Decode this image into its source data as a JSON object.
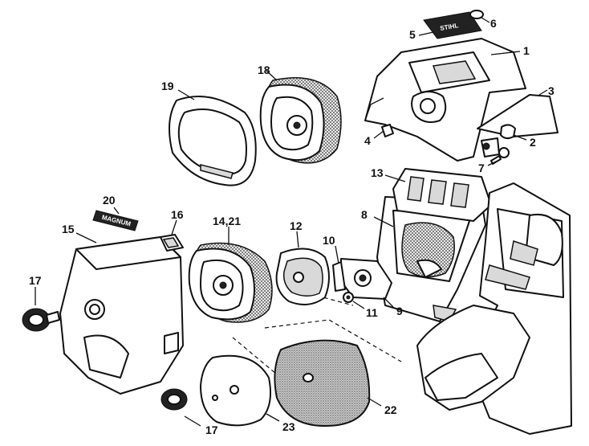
{
  "labels": {
    "l1": "1",
    "l2": "2",
    "l3": "3",
    "l4": "4",
    "l5": "5",
    "l6": "6",
    "l7": "7",
    "l8": "8",
    "l9": "9",
    "l10": "10",
    "l11": "11",
    "l12": "12",
    "l13": "13",
    "l14_21": "14,21",
    "l15": "15",
    "l16": "16",
    "l17a": "17",
    "l17b": "17",
    "l18": "18",
    "l19": "19",
    "l20": "20",
    "l22": "22",
    "l23": "23"
  },
  "decals": {
    "brand": "STIHL",
    "badge": "MAGNUM"
  }
}
